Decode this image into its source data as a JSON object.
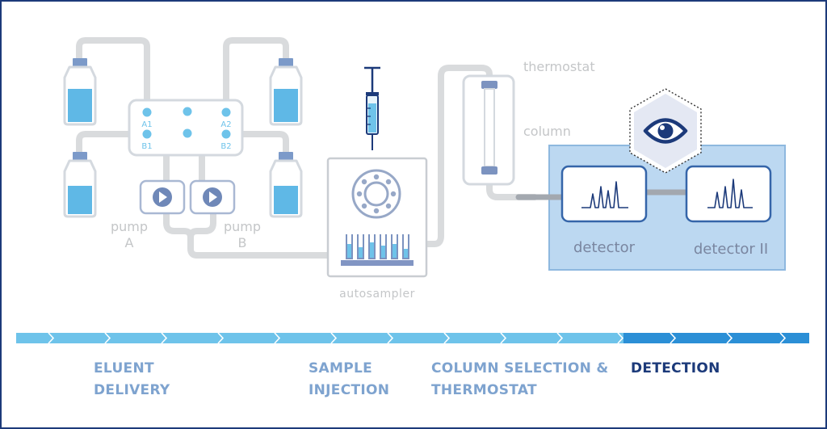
{
  "labels": {
    "pump_a_line1": "pump",
    "pump_a_line2": "A",
    "pump_b_line1": "pump",
    "pump_b_line2": "B",
    "valve_a1": "A1",
    "valve_b1": "B1",
    "valve_a2": "A2",
    "valve_b2": "B2",
    "autosampler": "autosampler",
    "thermostat": "thermostat",
    "column": "column",
    "detector": "detector",
    "detector_2": "detector II"
  },
  "stages": {
    "eluent_line1": "ELUENT",
    "eluent_line2": "DELIVERY",
    "injection_line1": "SAMPLE",
    "injection_line2": "INJECTION",
    "column_line1": "COLUMN SELECTION &",
    "column_line2": "THERMOSTAT",
    "detection": "DETECTION"
  },
  "colors": {
    "gray_component": "#d9dbdd",
    "gray_text": "#c4c6c8",
    "light_blue": "#6ec3ea",
    "mid_blue": "#2b8fd6",
    "navy": "#1c3a7a",
    "detection_panel": "#bcd8f1",
    "detector_stroke": "#3565a9"
  },
  "icons": [
    "play-icon",
    "eye-icon",
    "syringe-icon",
    "bottle-icon",
    "chromatogram-icon"
  ],
  "progress": {
    "total_segments": 14,
    "active_from_segment": 12,
    "active_stage": "DETECTION"
  }
}
